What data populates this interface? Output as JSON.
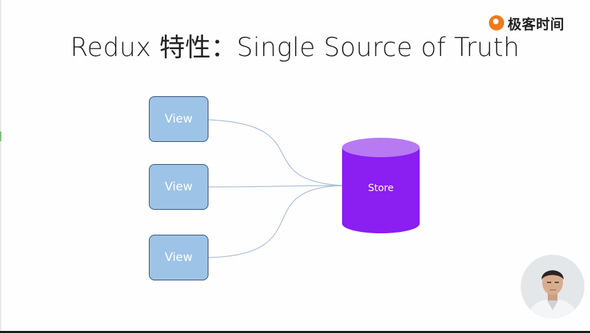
{
  "slide": {
    "title": "Redux 特性：Single Source of Truth",
    "brand": "极客时间"
  },
  "diagram": {
    "views": [
      {
        "label": "View"
      },
      {
        "label": "View"
      },
      {
        "label": "View"
      }
    ],
    "store": {
      "label": "Store"
    }
  },
  "colors": {
    "view_fill": "#9dc3e6",
    "view_border": "#2f4f73",
    "store_fill": "#8b1ef0",
    "store_top": "#b77af2",
    "connector": "#a9bed6",
    "brand_accent": "#f07a1a"
  },
  "icons": {
    "brand_logo": "geektime-logo-icon",
    "presenter": "presenter-video-thumbnail"
  }
}
